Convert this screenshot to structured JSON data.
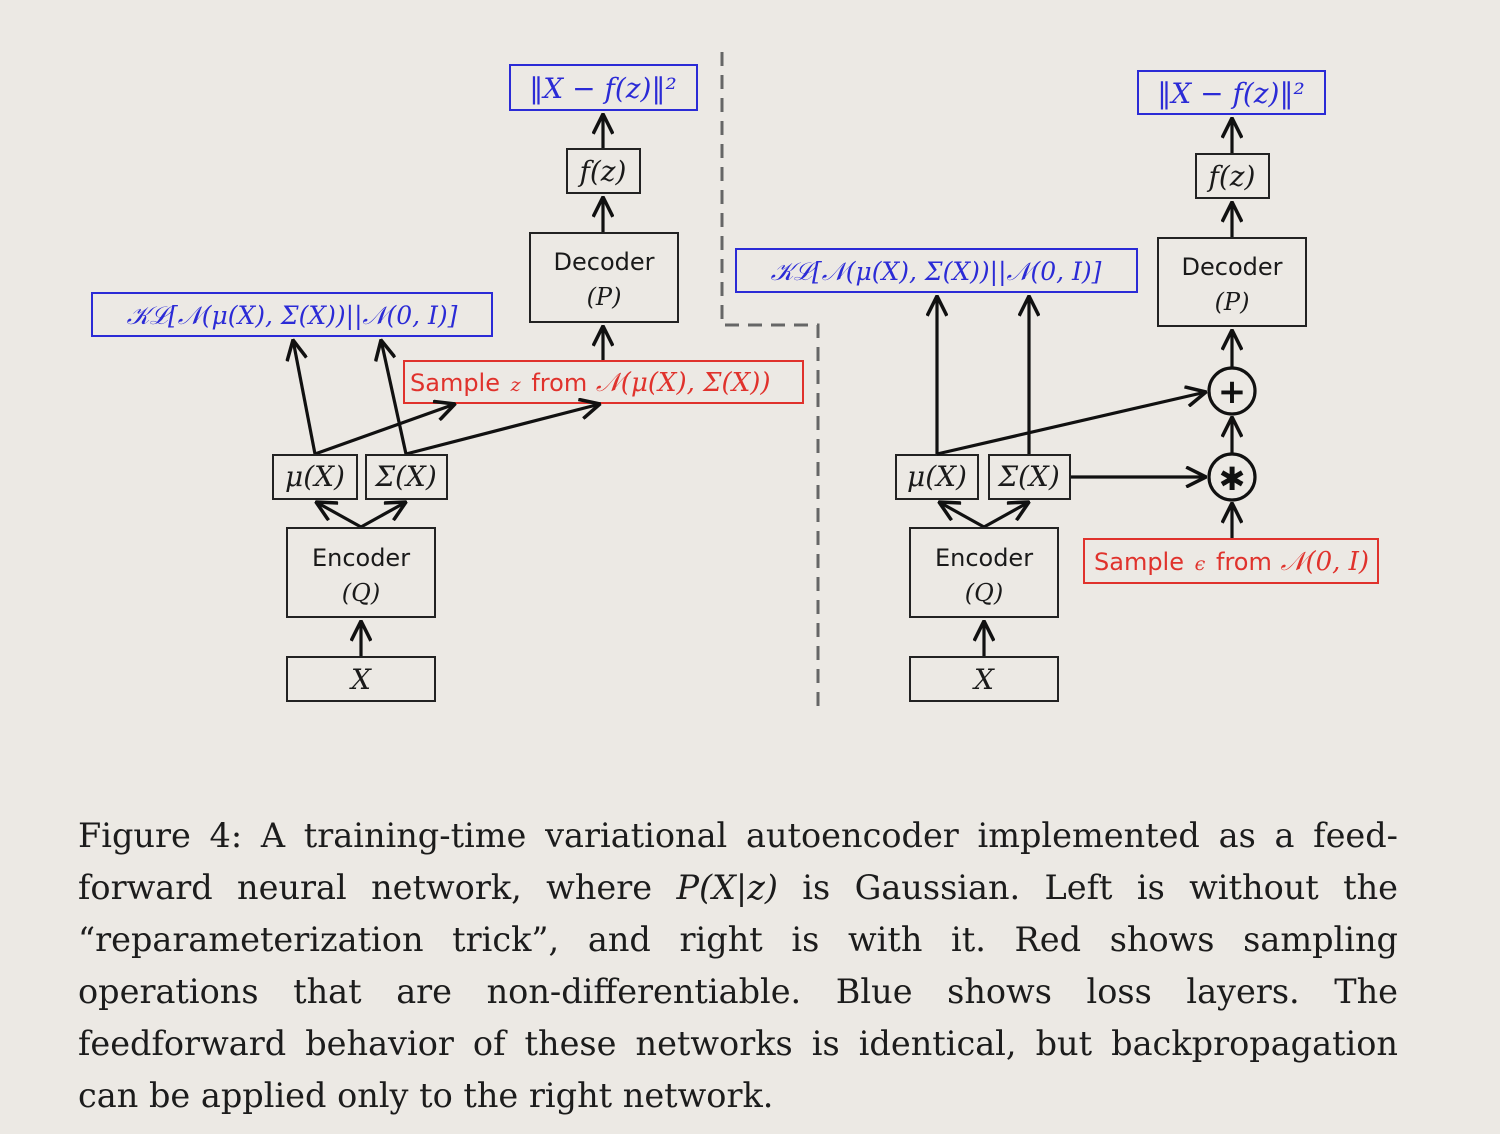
{
  "diagram": {
    "left": {
      "loss_recon": "‖X − f(z)‖²",
      "fz": "f(z)",
      "decoder_line1": "Decoder",
      "decoder_line2": "(P)",
      "kl_loss": "𝒦ℒ[𝒩(μ(X), Σ(X))||𝒩(0, I)]",
      "sample_prefix": "Sample",
      "sample_var": "z",
      "sample_from": "from",
      "sample_dist": "𝒩(μ(X), Σ(X))",
      "mu": "μ(X)",
      "sigma": "Σ(X)",
      "encoder_line1": "Encoder",
      "encoder_line2": "(Q)",
      "input": "X"
    },
    "right": {
      "loss_recon": "‖X − f(z)‖²",
      "fz": "f(z)",
      "decoder_line1": "Decoder",
      "decoder_line2": "(P)",
      "kl_loss": "𝒦ℒ[𝒩(μ(X), Σ(X))||𝒩(0, I)]",
      "plus": "+",
      "times": "✱",
      "sample_prefix": "Sample",
      "sample_var": "ϵ",
      "sample_from": "from",
      "sample_dist": "𝒩(0, I)",
      "mu": "μ(X)",
      "sigma": "Σ(X)",
      "encoder_line1": "Encoder",
      "encoder_line2": "(Q)",
      "input": "X"
    },
    "colors": {
      "loss": "#2b2bd6",
      "sampling": "#e0322c"
    }
  },
  "caption": {
    "part1": "Figure 4: A training-time variational autoencoder implemented as a feed-forward neural network, where ",
    "math": "P(X|z)",
    "part2": " is Gaussian. Left is without the “reparameterization trick”, and right is with it. Red shows sampling operations that are non-differentiable. Blue shows loss layers. The feedforward behavior of these networks is identical, but backpropagation can be applied only to the right network."
  }
}
